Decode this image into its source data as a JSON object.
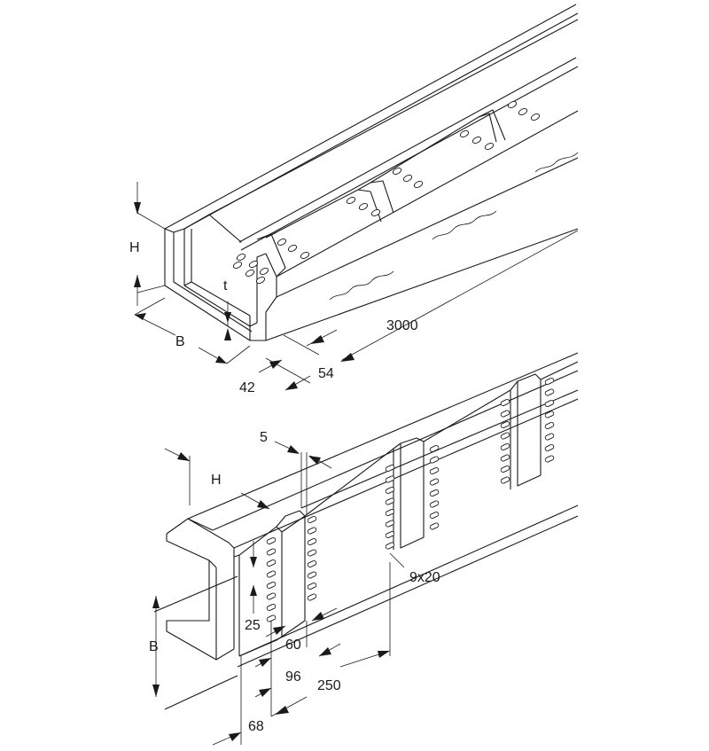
{
  "labels": {
    "top_height": "H",
    "top_width": "B",
    "top_thickness": "t",
    "top_length": "3000",
    "top_dim_a": "42",
    "top_dim_b": "54",
    "bottom_height": "H",
    "bottom_width": "B",
    "bottom_gap": "5",
    "bottom_hole": "9x20",
    "bottom_pitch": "25",
    "bottom_dim_60": "60",
    "bottom_dim_96": "96",
    "bottom_dim_250": "250",
    "bottom_dim_68": "68"
  }
}
